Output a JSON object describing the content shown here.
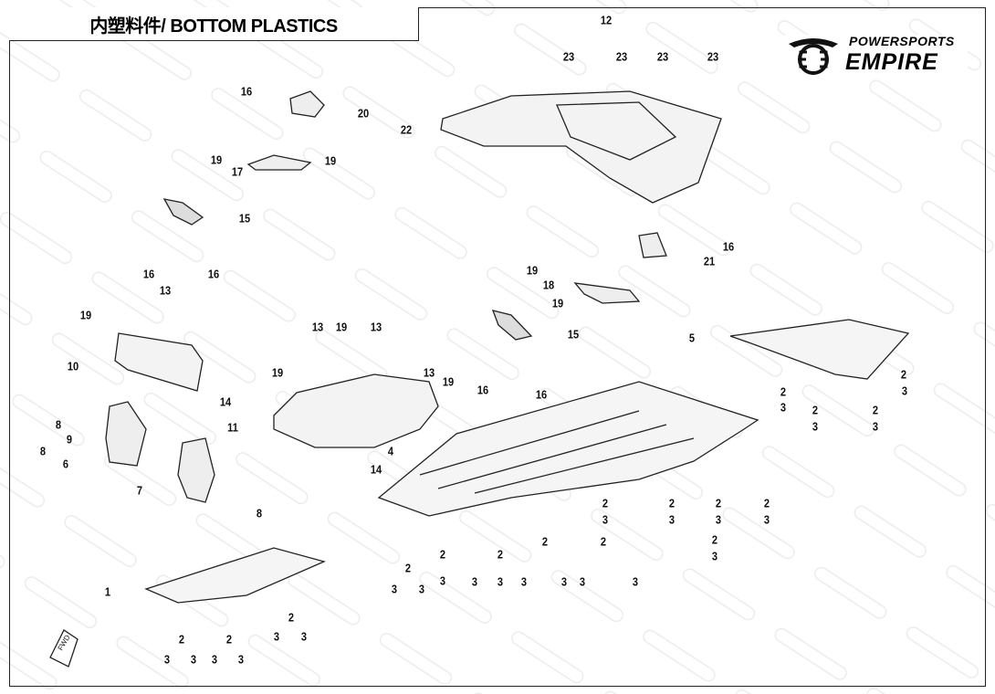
{
  "title": "内塑料件/ BOTTOM PLASTICS",
  "logo": {
    "top": "POWERSPORTS",
    "bottom": "EMPIRE",
    "watermark": "POWERSPORTS EMPIRE"
  },
  "fwd_label": "FWD",
  "callouts": [
    "12",
    "23",
    "23",
    "23",
    "23",
    "22",
    "16",
    "20",
    "19",
    "17",
    "19",
    "15",
    "16",
    "16",
    "16",
    "21",
    "19",
    "18",
    "19",
    "13",
    "19",
    "10",
    "15",
    "16",
    "16",
    "5",
    "13",
    "19",
    "13",
    "19",
    "13",
    "19",
    "14",
    "11",
    "14",
    "4",
    "8",
    "9",
    "8",
    "6",
    "7",
    "8",
    "1",
    "2",
    "3",
    "2",
    "3",
    "2",
    "3",
    "2",
    "3",
    "2",
    "2",
    "2",
    "2",
    "3",
    "3",
    "3",
    "3",
    "2",
    "2",
    "2",
    "3",
    "3",
    "3",
    "3",
    "3",
    "2",
    "3",
    "2",
    "2",
    "3",
    "3",
    "3",
    "3",
    "2",
    "2",
    "2",
    "3",
    "3",
    "3",
    "3",
    "3",
    "3"
  ]
}
